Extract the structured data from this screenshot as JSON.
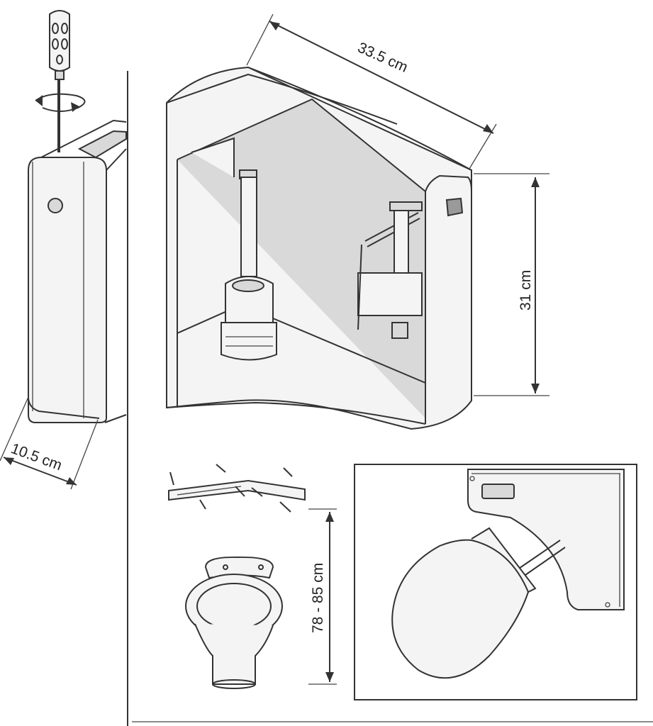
{
  "dimensions": {
    "width_label": "33.5 cm",
    "height_label": "31 cm",
    "depth_label": "10.5 cm",
    "mount_height_label": "78 - 85 cm"
  },
  "colors": {
    "line": "#333333",
    "fill_light": "#f4f4f4",
    "fill_mid": "#d9d9d9",
    "fill_dark": "#9a9a9a"
  }
}
